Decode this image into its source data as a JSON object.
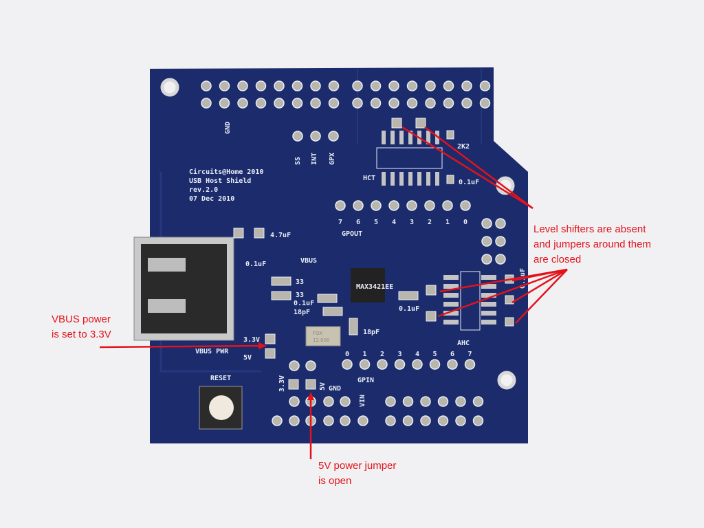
{
  "board": {
    "title_lines": [
      "Circuits@Home 2010",
      "USB Host Shield",
      "rev.2.0",
      "07 Dec 2010"
    ],
    "labels": {
      "gnd_top": "GND",
      "ss": "SS",
      "int": "INT",
      "gpx": "GPX",
      "r_2k2": "2K2",
      "hct": "HCT",
      "c_top": "0.1uF",
      "gpout": "GPOUT",
      "gpout_pins": [
        "7",
        "6",
        "5",
        "4",
        "3",
        "2",
        "1",
        "0"
      ],
      "c_47": "4.7uF",
      "c_usb": "0.1uF",
      "vbus": "VBUS",
      "r33a": "33",
      "r33b": "33",
      "c_01": "0.1uF",
      "c_18a": "18pF",
      "c_18b": "18pF",
      "c_max": "0.1uF",
      "ahc": "AHC",
      "c_ahc": "0.1uF",
      "chip": "MAX3421EE",
      "crystal_brand": "FOX",
      "crystal_freq": "12.000",
      "v33": "3.3V",
      "v5": "5V",
      "vbus_pwr": "VBUS PWR",
      "gpin": "GPIN",
      "gpin_pins": [
        "0",
        "1",
        "2",
        "3",
        "4",
        "5",
        "6",
        "7"
      ],
      "reset": "RESET",
      "p33": "3.3V",
      "p5": "5V",
      "pgnd": "GND",
      "vin": "VIN"
    },
    "colors": {
      "pcb": "#1b2b6b",
      "silkscreen": "#e9eef6",
      "pad": "#b9b6ae",
      "annotation": "#e3131b"
    }
  },
  "annotations": {
    "level_shifters": [
      "Level shifters are absent",
      "and jumpers around them",
      "are closed"
    ],
    "vbus_power": [
      "VBUS power",
      "is set to 3.3V"
    ],
    "jumper_5v": [
      "5V power jumper",
      "is open"
    ]
  }
}
